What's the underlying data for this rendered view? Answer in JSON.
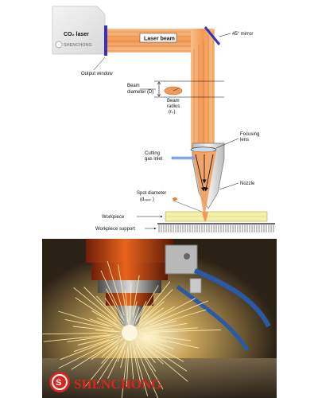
{
  "diagram": {
    "co2_laser": "CO₂ laser",
    "laser_beam": "Laser beam",
    "mirror": "45° mirror",
    "output_window": "Output window",
    "beam_diameter": [
      "Beam",
      "diameter (D)"
    ],
    "beam_radius": [
      "Beam",
      "radius",
      "(r₀)"
    ],
    "focusing_lens": [
      "Focusing",
      "lens"
    ],
    "cutting_gas": [
      "Cutting",
      "gas inlet"
    ],
    "nozzle": "Nozzle",
    "spot_diameter": [
      "Spot diameter",
      "(dₛₚₒₜ )"
    ],
    "workpiece": "Workpiece",
    "workpiece_support": "Workpiece support",
    "small_brand": "SHENCHONG"
  },
  "photo": {
    "brand": "SHENCHONG"
  },
  "colors": {
    "beam": "#f4a460",
    "beam_dark": "#e2843a",
    "window": "#3b2fbf",
    "workpiece": "#f3f0a8",
    "brand_red": "#d7261e"
  }
}
